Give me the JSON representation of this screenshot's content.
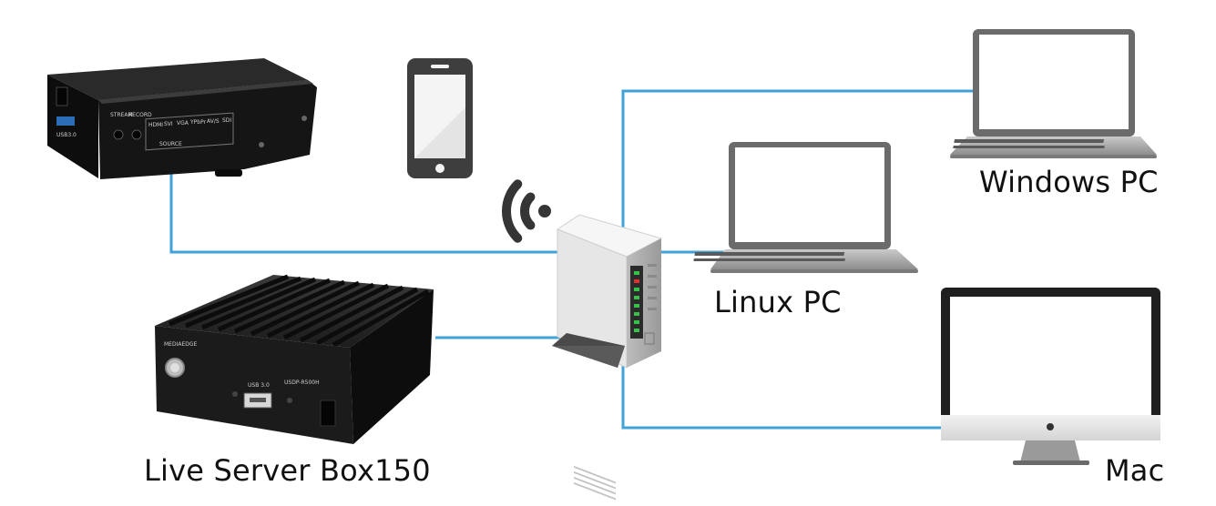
{
  "labels": {
    "windows_pc": "Windows PC",
    "linux_pc": "Linux PC",
    "mac": "Mac",
    "live_server": "Live Server Box150"
  },
  "encoder_panel": {
    "usb": "USB3.0",
    "stream": "STREAM",
    "record": "RECORD",
    "source": "SOURCE",
    "inputs": [
      "HDMI",
      "SVI",
      "VGA",
      "YPbPr",
      "AV/S",
      "SDI"
    ]
  },
  "server_box": {
    "brand": "MEDIAEDGE",
    "model": "USDP-R500H",
    "usb": "USB 3.0"
  },
  "colors": {
    "connection_line": "#3fa3d8",
    "device_dark": "#1a1a1a",
    "router_body": "#e6e6e6",
    "led_green": "#39c24a",
    "led_red": "#e03030",
    "screen_white": "#ffffff",
    "frame_gray": "#6b6b6b"
  }
}
